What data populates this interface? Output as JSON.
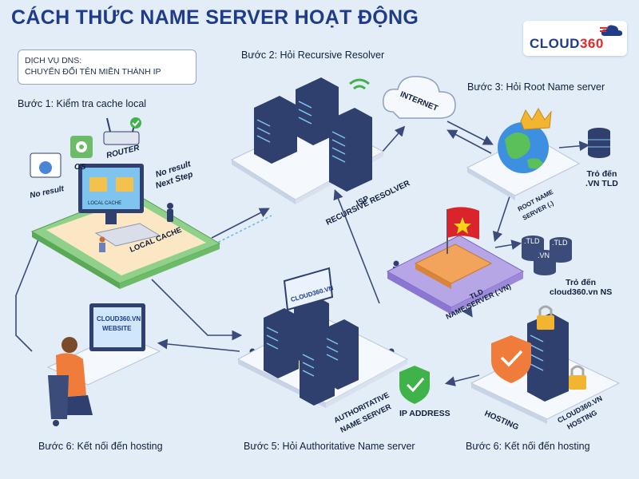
{
  "title": "CÁCH THỨC NAME SERVER HOẠT ĐỘNG",
  "logo": {
    "text_main": "CLOUD",
    "text_accent": "360"
  },
  "dns_box": {
    "line1": "DỊCH VỤ DNS:",
    "line2": "CHUYỂN ĐỔI TÊN MIỀN THÀNH IP"
  },
  "steps": {
    "step1": "Bước 1: Kiểm tra cache local",
    "step2": "Bước 2: Hỏi Recursive Resolver",
    "step3": "Bước 3: Hỏi Root Name server",
    "step5": "Bước 5: Hỏi Authoritative Name server",
    "step6_left": "Bước 6: Kết nối đến hosting",
    "step6_right": "Bước 6: Kết nối đến hosting"
  },
  "local": {
    "no_result": "No result",
    "os": "OS",
    "router": "ROUTER",
    "no_result_next_1": "No result",
    "no_result_next_2": "Next Step",
    "local_cache_screen": "LOCAL CACHE",
    "local_cache": "LOCAL CACHE"
  },
  "isp": {
    "line1": "ISP",
    "line2": "RECURSIVE RESOLVER"
  },
  "internet": "INTERNET",
  "root": {
    "server_line1": "ROOT NAME",
    "server_line2": "SERVER (.)",
    "tro_den_1": "Trỏ đến",
    "tro_den_2": ".VN TLD"
  },
  "tld": {
    "db_labels": [
      ".TLD",
      ".TLD",
      ".VN"
    ],
    "line1": "TLD",
    "line2": "NAME SERVER (.VN)",
    "tro_den_1": "Trỏ đến",
    "tro_den_2": "cloud360.vn NS"
  },
  "auth": {
    "cloud_sign": "CLOUD360.VN",
    "line1": "AUTHORITATIVE",
    "line2": "NAME SERVER",
    "ip_address": "IP ADDRESS"
  },
  "user": {
    "screen_line1": "CLOUD360.VN",
    "screen_line2": "WEBSITE"
  },
  "hosting": {
    "label": "HOSTING",
    "side_line1": "CLOUD360.VN",
    "side_line2": "HOSTING"
  },
  "colors": {
    "title": "#1f3c88",
    "accent_red": "#e02b2b",
    "green_platform": "#8fd18a",
    "purple_platform": "#b6a6e6",
    "server_dark": "#2f3f6e"
  }
}
